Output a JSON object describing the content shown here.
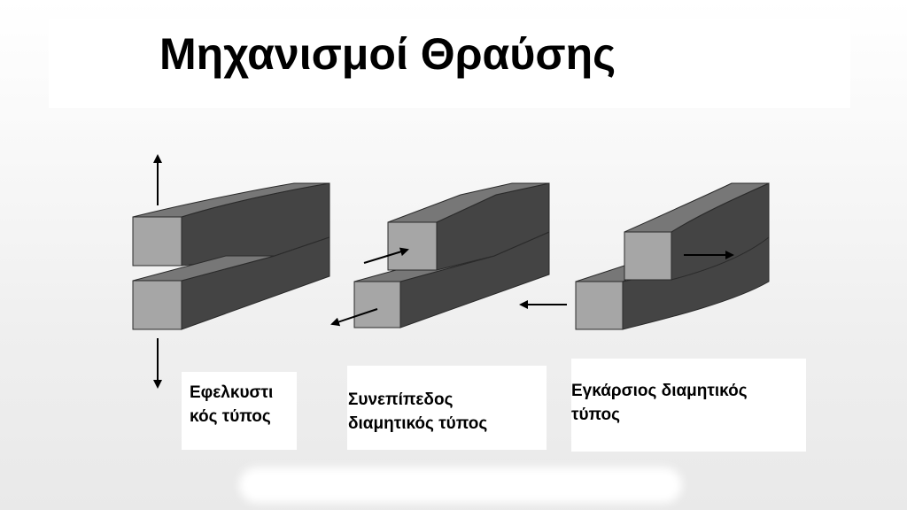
{
  "title": "Μηχανισμοί Θραύσης",
  "modes": [
    {
      "label_line1": "Εφελκυστι",
      "label_line2": "κός τύπος"
    },
    {
      "label_line1": "Συνεπίπεδος",
      "label_line2": "διαμητικός τύπος"
    },
    {
      "label_line1": "Εγκάρσιος διαμητικός",
      "label_line2": "τύπος"
    }
  ],
  "colors": {
    "front_face": "#a6a6a6",
    "top_face": "#777777",
    "side_face": "#444444",
    "arrow": "#000000"
  }
}
